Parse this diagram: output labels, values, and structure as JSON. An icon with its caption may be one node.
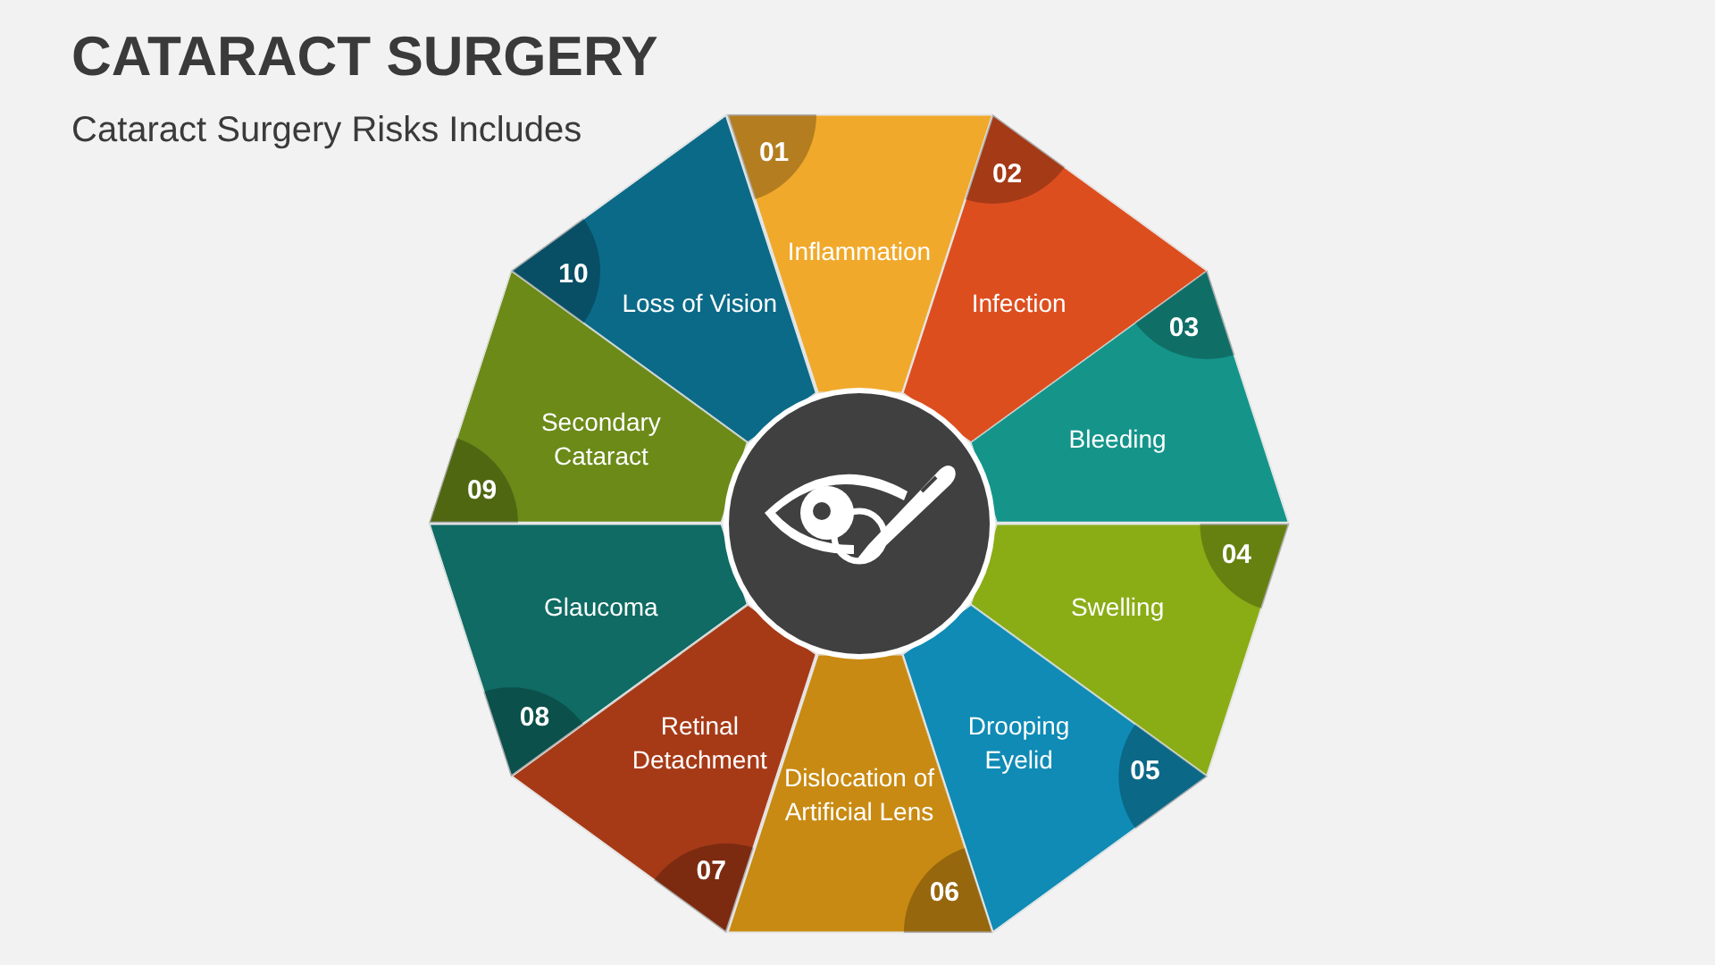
{
  "diagram": {
    "title": "CATARACT SURGERY",
    "caption": "Cataract Surgery Risks Includes",
    "nodes": [
      {
        "text": [
          "01",
          "Inflammation"
        ]
      },
      {
        "text": [
          "02",
          "Infection"
        ]
      },
      {
        "text": [
          "03",
          "Bleeding"
        ]
      },
      {
        "text": [
          "04",
          "Swelling"
        ]
      },
      {
        "text": [
          "Drooping Eyelid",
          "05"
        ]
      },
      {
        "text": [
          "Dislocation of Artificial Lens",
          "06"
        ]
      },
      {
        "text": [
          "Retinal Detachment",
          "07"
        ]
      },
      {
        "text": [
          "Glaucoma",
          "08"
        ]
      },
      {
        "text": [
          "Secondary Cataract",
          "09"
        ]
      },
      {
        "text": [
          "10",
          "Loss of Vision"
        ]
      },
      {
        "text": [],
        "shape": "circle"
      }
    ]
  }
}
